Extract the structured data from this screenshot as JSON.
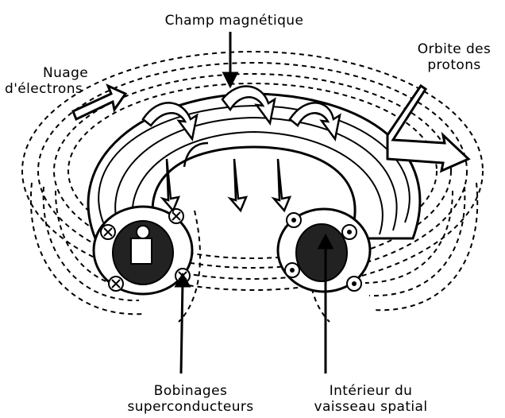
{
  "labels": {
    "magnetic_field": "Champ magnétique",
    "electron_cloud_line1": "Nuage",
    "electron_cloud_line2": "d'électrons",
    "proton_orbit_line1": "Orbite des",
    "proton_orbit_line2": "protons",
    "coils_line1": "Bobinages",
    "coils_line2": "superconducteurs",
    "interior_line1": "Intérieur du",
    "interior_line2": "vaisseau spatial"
  },
  "coil_markers": {
    "left_section": "⊗",
    "right_section": "⊙"
  },
  "colors": {
    "ink": "#000000",
    "paper": "#ffffff"
  }
}
